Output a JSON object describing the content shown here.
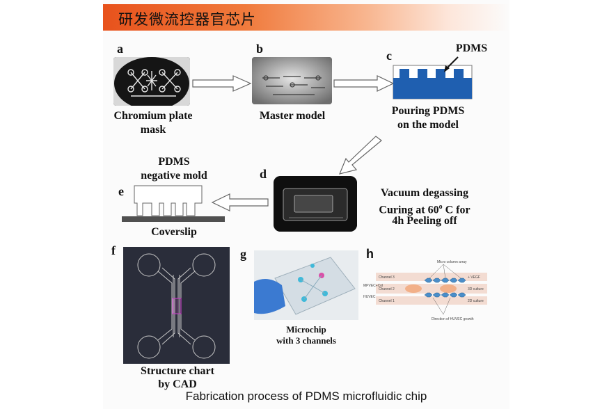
{
  "header": {
    "title": "研发微流控器官芯片"
  },
  "steps": {
    "a": {
      "letter": "a",
      "caption_line1": "Chromium plate",
      "caption_line2": "mask"
    },
    "b": {
      "letter": "b",
      "caption": "Master model"
    },
    "c": {
      "letter": "c",
      "pdms_label": "PDMS",
      "caption_line1": "Pouring PDMS",
      "caption_line2": "on the model"
    },
    "d": {
      "letter": "d",
      "caption_line1": "Vacuum degassing",
      "caption_line2_pre": "Curing at 60",
      "caption_line2_sup": "o",
      "caption_line2_post": " C for",
      "caption_line3": "4h Peeling off"
    },
    "e": {
      "letter": "e",
      "title_line1": "PDMS",
      "title_line2": "negative mold",
      "caption": "Coverslip"
    },
    "f": {
      "letter": "f",
      "caption_line1": "Structure chart",
      "caption_line2": "by CAD"
    },
    "g": {
      "letter": "g",
      "caption_line1": "Microchip",
      "caption_line2": "with 3 channels"
    },
    "h": {
      "letter": "h",
      "labels": {
        "micro_column": "Micro column array",
        "vegf": "+ VEGF",
        "channel3": "Channel 3",
        "channel2": "Channel 2",
        "channel1": "Channel 1",
        "d3": "3D culture",
        "d2": "2D culture",
        "direction": "Direction of HUVEC growth",
        "left1": "MPVEC+Col",
        "left2": "HUVEC"
      }
    }
  },
  "footer": {
    "caption": "Fabrication process of PDMS microfluidic chip"
  },
  "colors": {
    "banner_start": "#e8521c",
    "mold_blue": "#1f5fb0",
    "pdms_fill": "#ffffff",
    "cad_bg": "#2a2d3a"
  }
}
